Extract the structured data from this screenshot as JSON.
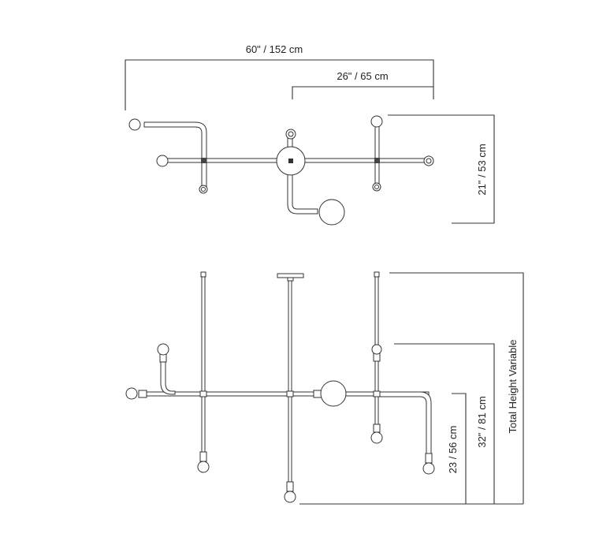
{
  "top_view": {
    "overall_width": "60\" / 152 cm",
    "partial_width": "26\" / 65 cm",
    "depth": "21\" / 53 cm"
  },
  "side_view": {
    "total_height": "Total Height Variable",
    "height_a": "32\" / 81 cm",
    "height_b": "23 / 56 cm"
  }
}
